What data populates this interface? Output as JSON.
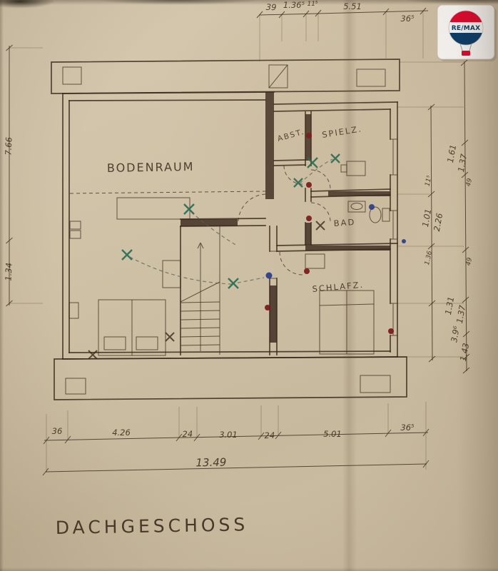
{
  "title": "DACHGESCHOSS",
  "logo": {
    "brand": "RE/MAX"
  },
  "rooms": {
    "bodenraum": "BODENRAUM",
    "abst": "ABST.",
    "spielz": "SPIELZ.",
    "bad": "BAD",
    "schlafz": "SCHLAFZ."
  },
  "dimensions": {
    "top": [
      "39",
      "1.36⁵",
      "11⁵",
      "5.51",
      "36⁵"
    ],
    "left": [
      "7.66",
      "1.34"
    ],
    "right": [
      "1.61",
      "1.37",
      "11⁵",
      "49",
      "1.01",
      "2.26",
      "1.36",
      "49",
      "1.31",
      "1.37",
      "3.9⁶",
      "1.43"
    ],
    "bottom": [
      "36",
      "4.26",
      "24",
      "3.01",
      "24",
      "5.01",
      "36⁵"
    ],
    "bottom_total": "13.49"
  },
  "colors": {
    "ink": "#3a2a1d",
    "green": "#256b52",
    "red": "#7c1618",
    "blue": "#273c8c",
    "logo_red": "#e4002b",
    "logo_blue": "#00386b"
  }
}
